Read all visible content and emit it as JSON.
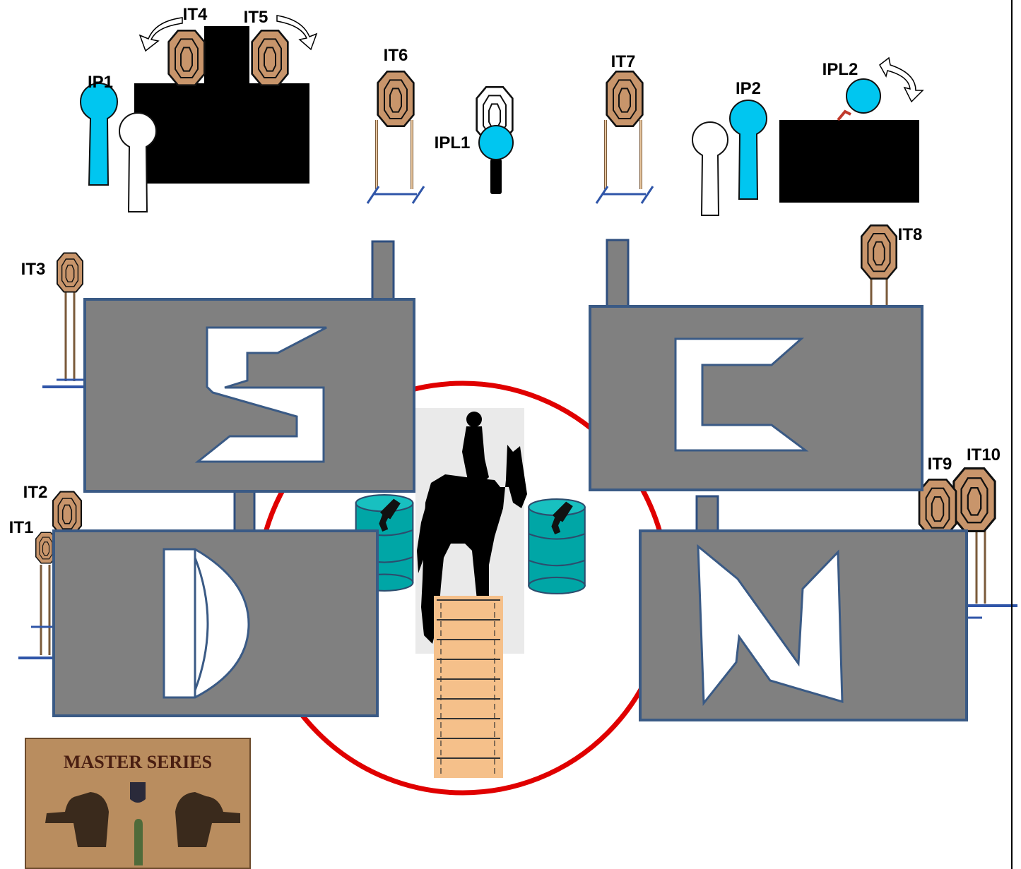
{
  "labels": {
    "ip1": "IP1",
    "ip2": "IP2",
    "it1": "IT1",
    "it2": "IT2",
    "it3": "IT3",
    "it4": "IT4",
    "it5": "IT5",
    "it6": "IT6",
    "it7": "IT7",
    "it8": "IT8",
    "it9": "IT9",
    "it10": "IT10",
    "ipl1": "IPL1",
    "ipl2": "IPL2"
  },
  "wall_letters": [
    "S",
    "C",
    "D",
    "N"
  ],
  "logo": {
    "title": "MASTER SERIES"
  },
  "colors": {
    "target": "#c8956b",
    "popper": "#00c6f0",
    "wall": "#808080",
    "wall_border": "#3a5a85",
    "barrel": "#00a6a6",
    "circle": "#e00000",
    "ladder": "#f5c08a"
  }
}
